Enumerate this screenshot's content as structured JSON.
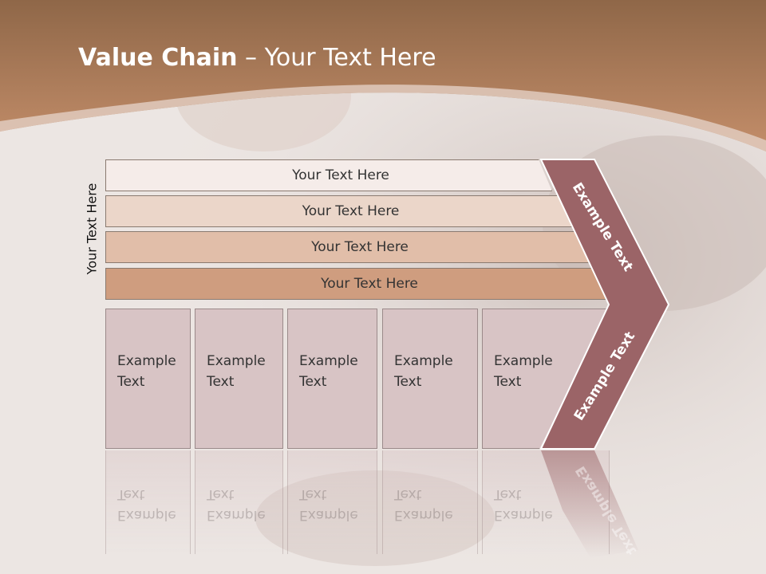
{
  "slide": {
    "title_bold": "Value Chain",
    "title_rest": " – Your Text Here",
    "side_label": "Your Text Here"
  },
  "bands": [
    {
      "label": "Your Text Here",
      "color": "#f5ece9"
    },
    {
      "label": "Your Text Here",
      "color": "#ebd6c9"
    },
    {
      "label": "Your Text Here",
      "color": "#e1bea9"
    },
    {
      "label": "Your Text Here",
      "color": "#cf9d7f"
    }
  ],
  "boxes": [
    {
      "label": "Example\nText"
    },
    {
      "label": "Example\nText"
    },
    {
      "label": "Example\nText"
    },
    {
      "label": "Example\nText"
    },
    {
      "label": "Example\nText"
    }
  ],
  "chevron": {
    "top_label": "Example Text",
    "bottom_label": "Example Text",
    "color": "#9b6467"
  },
  "colors": {
    "header": "#b7825e",
    "box": "#d8c4c5"
  }
}
